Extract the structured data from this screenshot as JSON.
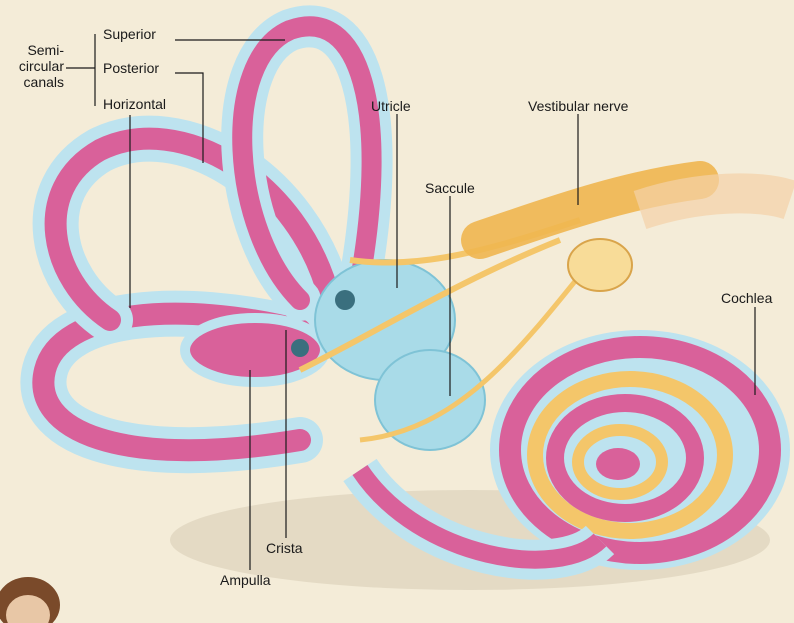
{
  "labels": {
    "group_line1": "Semi-",
    "group_line2": "circular",
    "group_line3": "canals",
    "superior": "Superior",
    "posterior": "Posterior",
    "horizontal": "Horizontal",
    "utricle": "Utricle",
    "vestibular_nerve": "Vestibular nerve",
    "saccule": "Saccule",
    "cochlea": "Cochlea",
    "crista": "Crista",
    "ampulla": "Ampulla"
  },
  "colors": {
    "background": "#f4ecd8",
    "canal_pink": "#d9619a",
    "canal_sheath": "#bde3ef",
    "nerve_yellow": "#f4c66a",
    "leader_line": "#1a1a1a"
  }
}
